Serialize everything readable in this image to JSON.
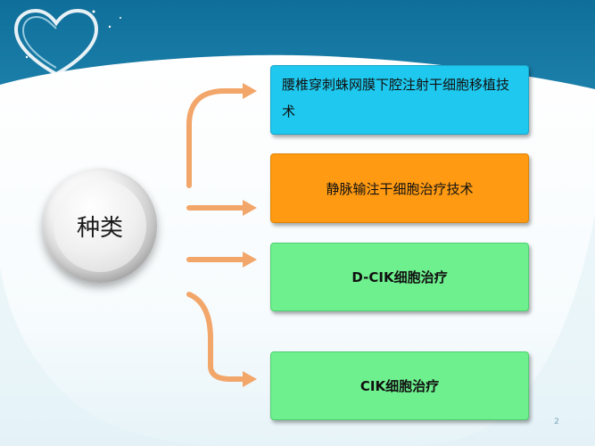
{
  "slide": {
    "center_label": "种类",
    "boxes": [
      {
        "text": "腰椎穿刺蛛网膜下腔注射干细胞移植技术"
      },
      {
        "text": "静脉输注干细胞治疗技术"
      },
      {
        "text": "D-CIK细胞治疗"
      },
      {
        "text": "CIK细胞治疗"
      }
    ],
    "page_number": "2"
  },
  "colors": {
    "background_blue": "#1b82b0",
    "box_cyan": "#1ec8ee",
    "box_orange": "#ff9a12",
    "box_green": "#6ef08e",
    "arrow_orange": "#f2a66a"
  },
  "icons": {
    "decoration": "heart-outline-icon"
  }
}
